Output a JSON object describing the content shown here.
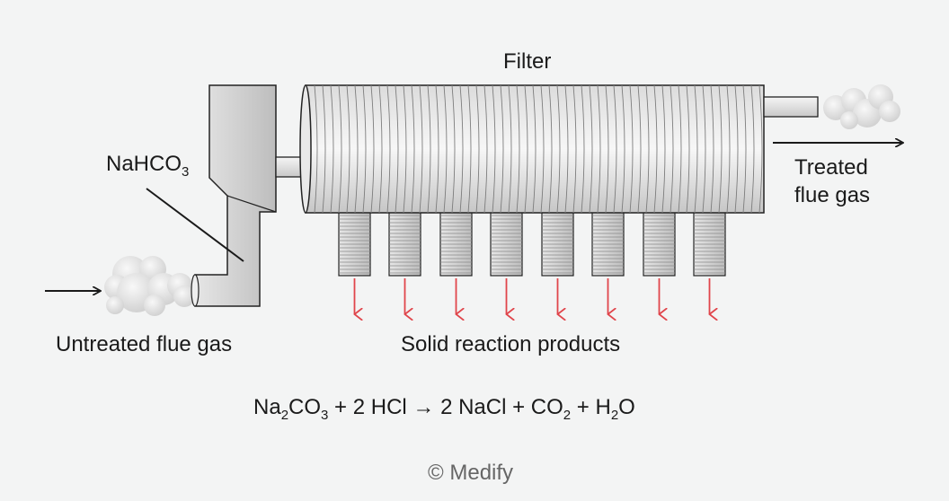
{
  "labels": {
    "filter": "Filter",
    "reagent_base": "NaHCO",
    "reagent_sub": "3",
    "treated_line1": "Treated",
    "treated_line2": "flue gas",
    "untreated": "Untreated flue gas",
    "products": "Solid reaction products",
    "copyright": "© Medify"
  },
  "equation": {
    "na": "Na",
    "na_sub": "2",
    "co3": "CO",
    "co3_sub": "3",
    "plus_hcl": " + 2 HCl → 2 NaCl + CO",
    "co2_sub": "2",
    "plus_h": " + H",
    "h_sub": "2",
    "o": "O"
  },
  "colors": {
    "background": "#f3f4f4",
    "metal_light": "#f2f2f2",
    "metal_dark": "#c4c4c4",
    "outline": "#222222",
    "arrow_red": "#e0454b"
  }
}
